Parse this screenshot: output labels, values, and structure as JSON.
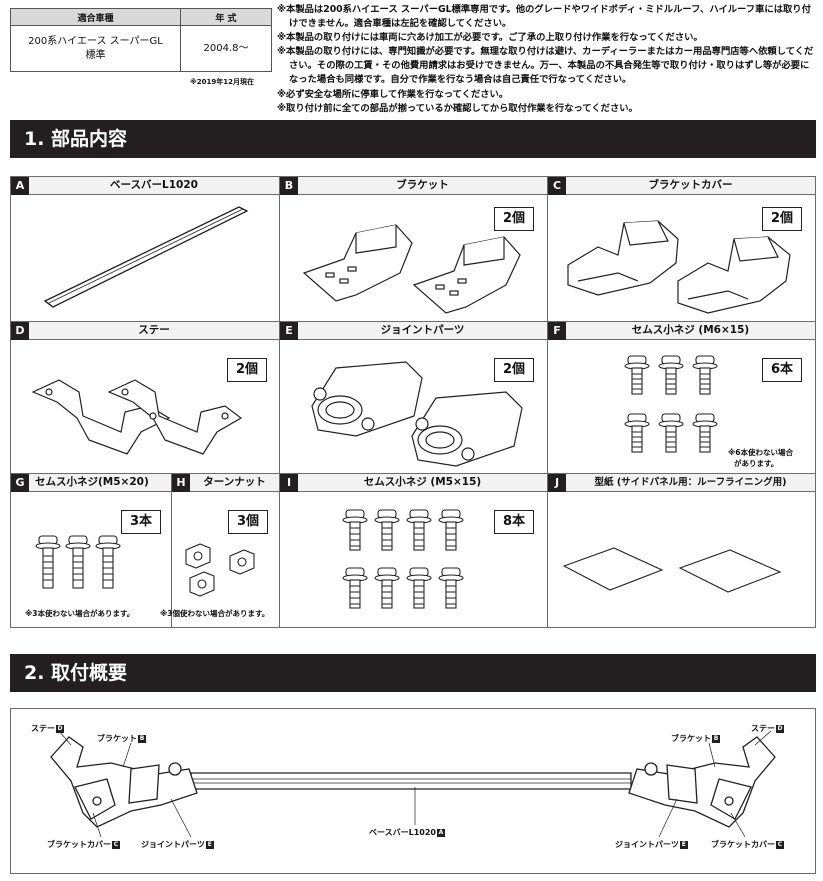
{
  "vehicle_table": {
    "header_model": "適合車種",
    "header_year": "年 式",
    "model_line1": "200系ハイエース スーパーGL",
    "model_line2": "標準",
    "year": "2004.8～",
    "as_of": "※2019年12月現在"
  },
  "notes": [
    "※本製品は200系ハイエース スーパーGL標準専用です。他のグレードやワイドボディ・ミドルルーフ、ハイルーフ車には取り付けできません。適合車種は左記を確認してください。",
    "※本製品の取り付けには車両に穴あけ加工が必要です。ご了承の上取り付け作業を行なってください。",
    "※本製品の取り付けには、専門知識が必要です。無理な取り付けは避け、カーディーラーまたはカー用品専門店等へ依頼してください。その際の工賃・その他費用請求はお受けできません。万一、本製品の不具合発生等で取り付け・取りはずし等が必要になった場合も同様です。自分で作業を行なう場合は自己責任で行なってください。",
    "※必ず安全な場所に停車して作業を行なってください。",
    "※取り付け前に全ての部品が揃っているか確認してから取付作業を行なってください。"
  ],
  "section1_title": "1. 部品内容",
  "section2_title": "2. 取付概要",
  "parts": {
    "A": {
      "letter": "A",
      "name": "ベースバーL1020"
    },
    "B": {
      "letter": "B",
      "name": "ブラケット",
      "qty": "2個"
    },
    "C": {
      "letter": "C",
      "name": "ブラケットカバー",
      "qty": "2個"
    },
    "D": {
      "letter": "D",
      "name": "ステー",
      "qty": "2個"
    },
    "E": {
      "letter": "E",
      "name": "ジョイントパーツ",
      "qty": "2個"
    },
    "F": {
      "letter": "F",
      "name": "セムス小ネジ (M6×15)",
      "qty": "6本",
      "note1": "※6本使わない場合",
      "note2": "があります。"
    },
    "G": {
      "letter": "G",
      "name": "セムス小ネジ(M5×20)",
      "qty": "3本",
      "note": "※3本使わない場合があります。"
    },
    "H": {
      "letter": "H",
      "name": "ターンナット",
      "qty": "3個",
      "note": "※3個使わない場合があります。"
    },
    "I": {
      "letter": "I",
      "name": "セムス小ネジ (M5×15)",
      "qty": "8本"
    },
    "J": {
      "letter": "J",
      "name": "型紙 (サイドパネル用：ルーフライニング用)"
    }
  },
  "overview_labels": {
    "stay_left": "ステー",
    "bracket_left": "ブラケット",
    "bracket_cover_left": "ブラケットカバー",
    "joint_left": "ジョイントパーツ",
    "base_bar": "ベースバーL1020",
    "joint_right": "ジョイントパーツ",
    "bracket_right": "ブラケット",
    "stay_right": "ステー",
    "bracket_cover_right": "ブラケットカバー",
    "tag_stay": "D",
    "tag_bracket": "B",
    "tag_cover": "C",
    "tag_joint": "E",
    "tag_bar": "A"
  }
}
